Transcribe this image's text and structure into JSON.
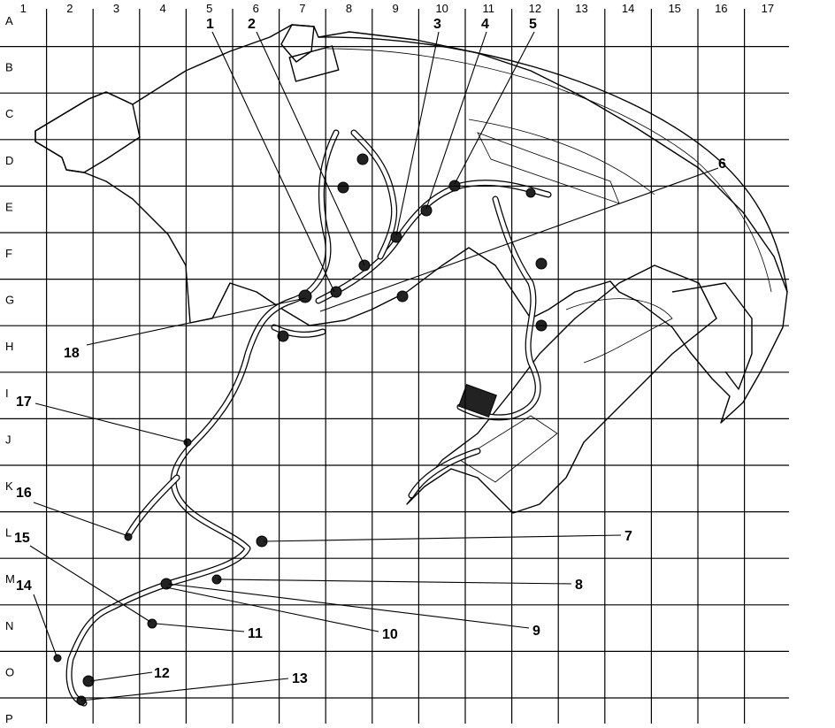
{
  "grid": {
    "columns": [
      "1",
      "2",
      "3",
      "4",
      "5",
      "6",
      "7",
      "8",
      "9",
      "10",
      "11",
      "12",
      "13",
      "14",
      "15",
      "16",
      "17"
    ],
    "rows": [
      "A",
      "B",
      "C",
      "D",
      "E",
      "F",
      "G",
      "H",
      "I",
      "J",
      "K",
      "L",
      "M",
      "N",
      "O",
      "P"
    ]
  },
  "callouts": [
    "1",
    "2",
    "3",
    "4",
    "5",
    "6",
    "7",
    "8",
    "9",
    "10",
    "11",
    "12",
    "13",
    "14",
    "15",
    "16",
    "17",
    "18"
  ]
}
